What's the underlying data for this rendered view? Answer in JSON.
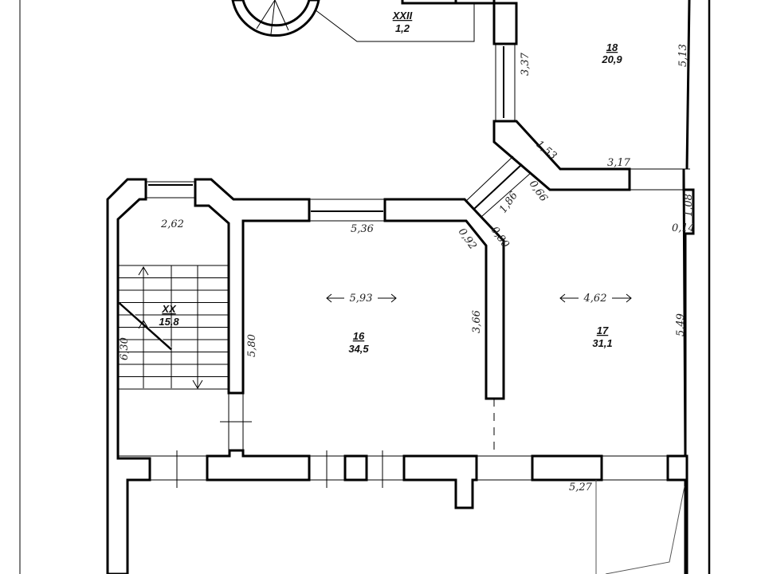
{
  "rooms": {
    "xxii": {
      "number": "XXII",
      "area": "1,2"
    },
    "r18": {
      "number": "18",
      "area": "20,9"
    },
    "xx": {
      "number": "XX",
      "area": "15,8"
    },
    "r16": {
      "number": "16",
      "area": "34,5"
    },
    "r17": {
      "number": "17",
      "area": "31,1"
    }
  },
  "dimensions": {
    "d337": "3,37",
    "d513": "5,13",
    "d153": "1,53",
    "d317": "3,17",
    "d262": "2,62",
    "d536": "5,36",
    "d066": "0,66",
    "d186": "1,86",
    "d092": "0,92",
    "d080": "0,80",
    "d108": "1,08",
    "d014": "0,14",
    "d593": "5,93",
    "d462": "4,62",
    "d630": "6,30",
    "d580": "5,80",
    "d366": "3,66",
    "d549": "5,49",
    "d527": "5,27"
  }
}
